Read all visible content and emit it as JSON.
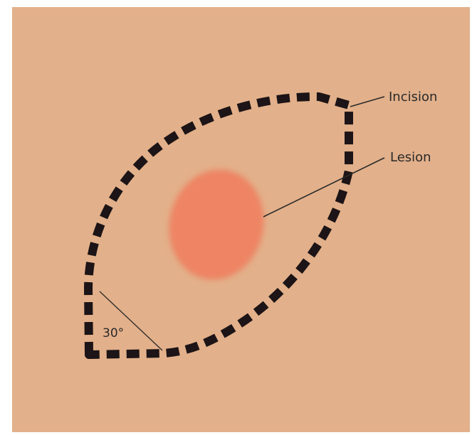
{
  "diagram": {
    "labels": {
      "incision": "Incision",
      "lesion": "Lesion",
      "angle": "30°"
    },
    "colors": {
      "skin": "#e2b08a",
      "incision_line": "#1c1416",
      "lesion": "#ee8464",
      "leader": "#2a2a2a"
    }
  }
}
